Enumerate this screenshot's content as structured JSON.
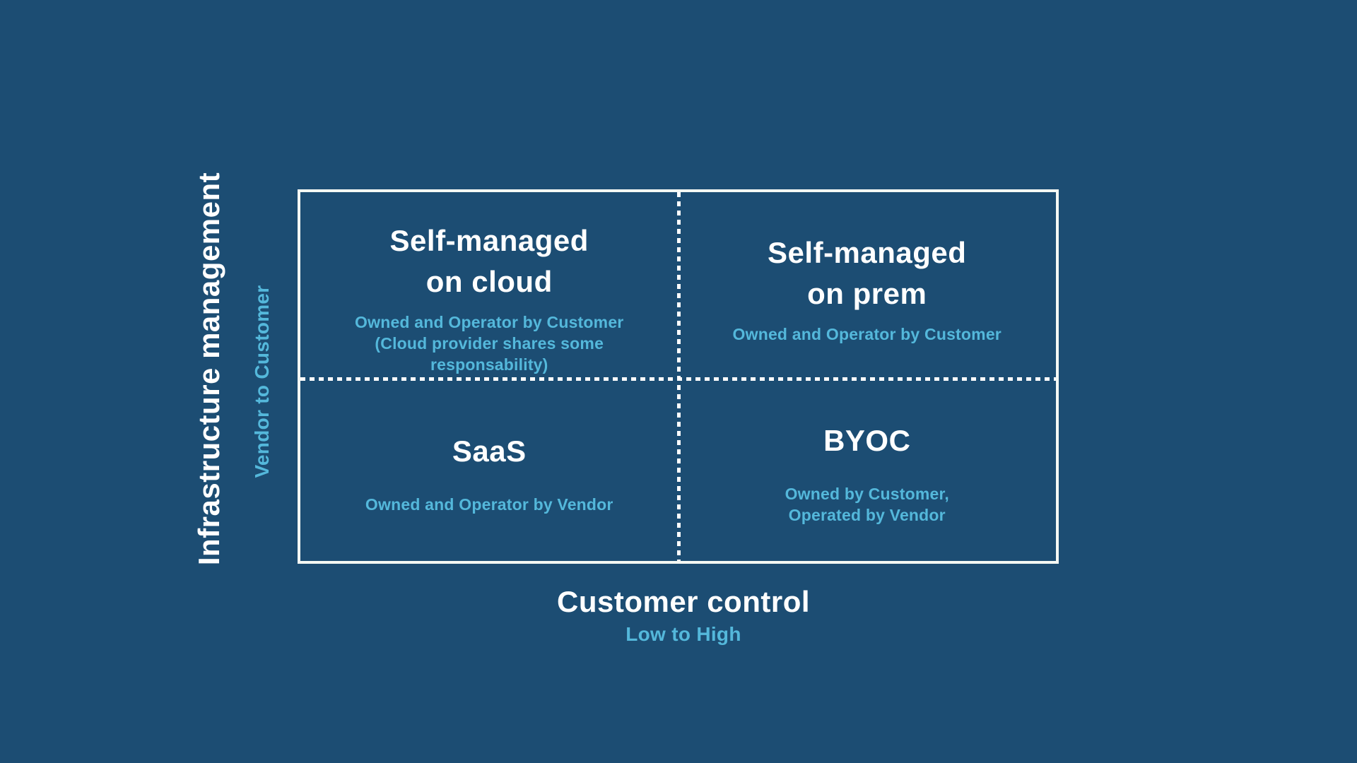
{
  "colors": {
    "background": "#1c4d73",
    "text_primary": "#ffffff",
    "text_accent": "#54b8db",
    "matrix_border": "#f4f8f4"
  },
  "y_axis": {
    "title": "Infrastructure management",
    "range_label": "Vendor to Customer"
  },
  "x_axis": {
    "title": "Customer control",
    "range_label": "Low to High"
  },
  "quadrants": {
    "self_managed_on_cloud": {
      "title": "Self-managed\non cloud",
      "subtitle": "Owned and Operator by Customer\n(Cloud provider shares some\nresponsability)"
    },
    "self_managed_on_prem": {
      "title": "Self-managed\non prem",
      "subtitle": "Owned and Operator by Customer"
    },
    "saas": {
      "title": "SaaS",
      "subtitle": "Owned and Operator by Vendor"
    },
    "byoc": {
      "title": "BYOC",
      "subtitle": "Owned by Customer,\nOperated by Vendor"
    }
  }
}
